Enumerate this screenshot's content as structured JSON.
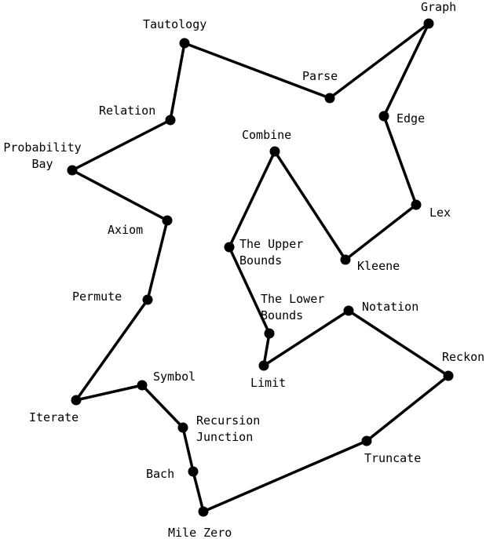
{
  "diagram": {
    "nodes": [
      {
        "id": "graph",
        "label": [
          "Graph"
        ]
      },
      {
        "id": "parse",
        "label": [
          "Parse"
        ]
      },
      {
        "id": "tautology",
        "label": [
          "Tautology"
        ]
      },
      {
        "id": "relation",
        "label": [
          "Relation"
        ]
      },
      {
        "id": "probability-bay",
        "label": [
          "Probability",
          "Bay"
        ]
      },
      {
        "id": "axiom",
        "label": [
          "Axiom"
        ]
      },
      {
        "id": "permute",
        "label": [
          "Permute"
        ]
      },
      {
        "id": "iterate",
        "label": [
          "Iterate"
        ]
      },
      {
        "id": "symbol",
        "label": [
          "Symbol"
        ]
      },
      {
        "id": "recursion-junction",
        "label": [
          "Recursion",
          "Junction"
        ]
      },
      {
        "id": "bach",
        "label": [
          "Bach"
        ]
      },
      {
        "id": "mile-zero",
        "label": [
          "Mile Zero"
        ]
      },
      {
        "id": "truncate",
        "label": [
          "Truncate"
        ]
      },
      {
        "id": "reckon",
        "label": [
          "Reckon"
        ]
      },
      {
        "id": "notation",
        "label": [
          "Notation"
        ]
      },
      {
        "id": "limit",
        "label": [
          "Limit"
        ]
      },
      {
        "id": "the-lower-bounds",
        "label": [
          "The Lower",
          "Bounds"
        ]
      },
      {
        "id": "the-upper-bounds",
        "label": [
          "The Upper",
          "Bounds"
        ]
      },
      {
        "id": "combine",
        "label": [
          "Combine"
        ]
      },
      {
        "id": "kleene",
        "label": [
          "Kleene"
        ]
      },
      {
        "id": "lex",
        "label": [
          "Lex"
        ]
      },
      {
        "id": "edge",
        "label": [
          "Edge"
        ]
      }
    ],
    "edges": [
      [
        "graph",
        "parse"
      ],
      [
        "parse",
        "tautology"
      ],
      [
        "tautology",
        "relation"
      ],
      [
        "relation",
        "probability-bay"
      ],
      [
        "probability-bay",
        "axiom"
      ],
      [
        "axiom",
        "permute"
      ],
      [
        "permute",
        "iterate"
      ],
      [
        "iterate",
        "symbol"
      ],
      [
        "symbol",
        "recursion-junction"
      ],
      [
        "recursion-junction",
        "bach"
      ],
      [
        "bach",
        "mile-zero"
      ],
      [
        "mile-zero",
        "truncate"
      ],
      [
        "truncate",
        "reckon"
      ],
      [
        "reckon",
        "notation"
      ],
      [
        "notation",
        "limit"
      ],
      [
        "limit",
        "the-lower-bounds"
      ],
      [
        "the-lower-bounds",
        "the-upper-bounds"
      ],
      [
        "the-upper-bounds",
        "combine"
      ],
      [
        "combine",
        "kleene"
      ],
      [
        "kleene",
        "lex"
      ],
      [
        "lex",
        "edge"
      ],
      [
        "edge",
        "graph"
      ]
    ]
  }
}
